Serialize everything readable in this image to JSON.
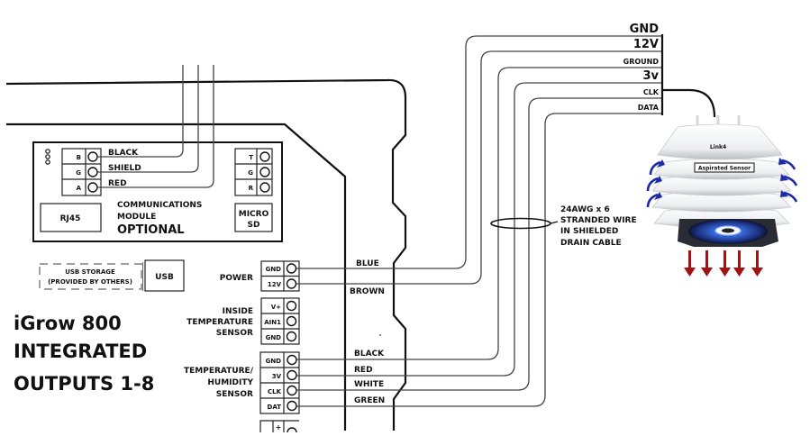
{
  "title": {
    "line1": "iGrow 800",
    "line2": "INTEGRATED",
    "line3": "OUTPUTS 1-8"
  },
  "comm_module": {
    "left_terminals": [
      {
        "pin": "B",
        "wire": "BLACK"
      },
      {
        "pin": "G",
        "wire": "SHIELD"
      },
      {
        "pin": "A",
        "wire": "RED"
      }
    ],
    "right_terminals": [
      "T",
      "G",
      "R"
    ],
    "rj45": "RJ45",
    "title_lines": [
      "COMMUNICATIONS",
      "MODULE"
    ],
    "optional": "OPTIONAL",
    "micro_sd": [
      "MICRO",
      "SD"
    ]
  },
  "usb": {
    "storage_lines": [
      "USB STORAGE",
      "(PROVIDED BY OTHERS)"
    ],
    "port": "USB"
  },
  "power": {
    "label": "POWER",
    "pins": [
      "GND",
      "12V"
    ],
    "wires": [
      "BLUE",
      "BROWN"
    ]
  },
  "inside_temp_sensor": {
    "label_lines": [
      "INSIDE",
      "TEMPERATURE",
      "SENSOR"
    ],
    "pins": [
      "V+",
      "AIN1",
      "GND"
    ]
  },
  "temp_humidity_sensor": {
    "label_lines": [
      "TEMPERATURE/",
      "HUMIDITY",
      "SENSOR"
    ],
    "pins": [
      "GND",
      "3V",
      "CLK",
      "DAT"
    ],
    "wires": [
      "BLACK",
      "RED",
      "WHITE",
      "GREEN"
    ]
  },
  "bottom_terminal": {
    "pin": "+"
  },
  "sensor_cable": {
    "labels": [
      "GND",
      "12V",
      "GROUND",
      "3v",
      "CLK",
      "DATA"
    ]
  },
  "cable_note": [
    "24AWG x 6",
    "STRANDED WIRE",
    "IN SHIELDED",
    "DRAIN CABLE"
  ],
  "sensor": {
    "brand": "Link4",
    "label": "Aspirated Sensor"
  },
  "colors": {
    "line": "#111111",
    "airflow_arrow": "#1c2aa6",
    "exhaust_arrow": "#a51212",
    "fan_blue": "#2f5fd0"
  }
}
